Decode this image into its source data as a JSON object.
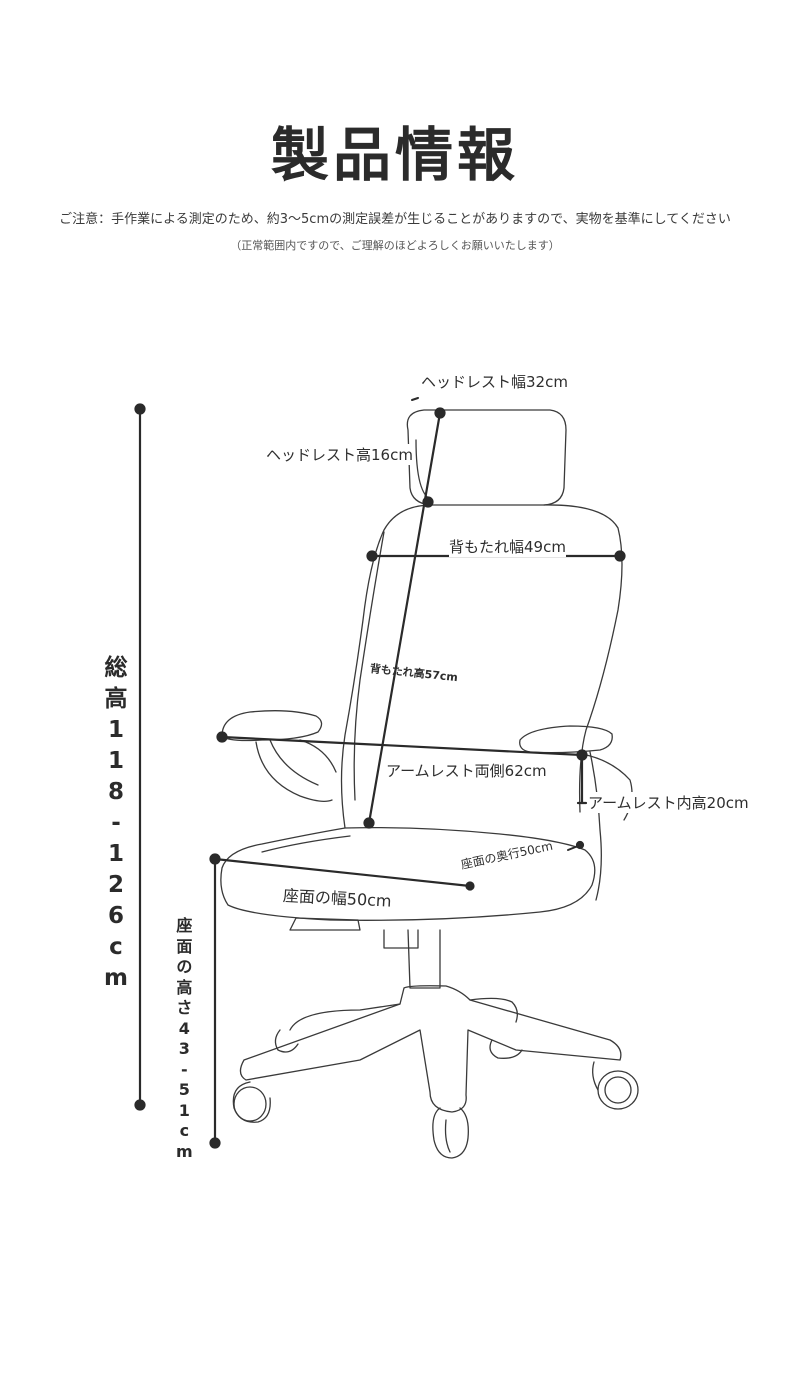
{
  "title": "製品情報",
  "notice": "ご注意：手作業による測定のため、約3〜5cmの測定誤差が生じることがありますので、実物を基準にしてください",
  "sub_notice": "（正常範囲内ですので、ご理解のほどよろしくお願いいたします）",
  "dimensions": {
    "headrest_width": "ヘッドレスト幅32cm",
    "headrest_height": "ヘッドレスト高16cm",
    "backrest_width": "背もたれ幅49cm",
    "backrest_height": "背もたれ高57cm",
    "armrest_span": "アームレスト両側62cm",
    "armrest_inner_height": "アームレスト内高20cm",
    "seat_depth": "座面の奥行50cm",
    "seat_width": "座面の幅50cm",
    "total_height": "総高118-126cm",
    "seat_height": "座面の高さ43-51cm"
  },
  "colors": {
    "line": "#2a2a2a",
    "outline": "#3a3a3a",
    "background": "#ffffff"
  }
}
